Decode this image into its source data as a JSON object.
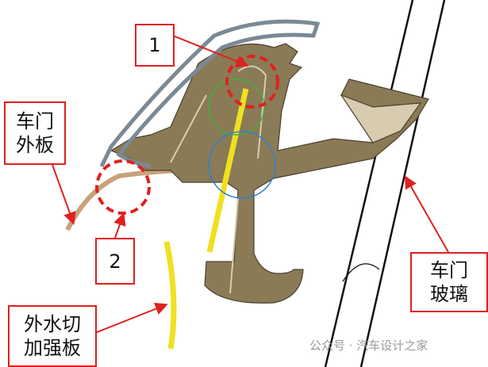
{
  "labels": {
    "callout_1": "1",
    "callout_2": "2",
    "outer_panel": "车门\n外板",
    "outer_panel_l1": "车门",
    "outer_panel_l2": "外板",
    "beltline_reinforcement_l1": "外水切",
    "beltline_reinforcement_l2": "加强板",
    "glass_l1": "车门",
    "glass_l2": "玻璃"
  },
  "watermark": "公众号 · 汽车设计之家",
  "colors": {
    "callout": "#e02020",
    "seal": "#8a7a55",
    "yellow": "#f0e020",
    "green": "#40b040",
    "blue": "#3080d0"
  }
}
